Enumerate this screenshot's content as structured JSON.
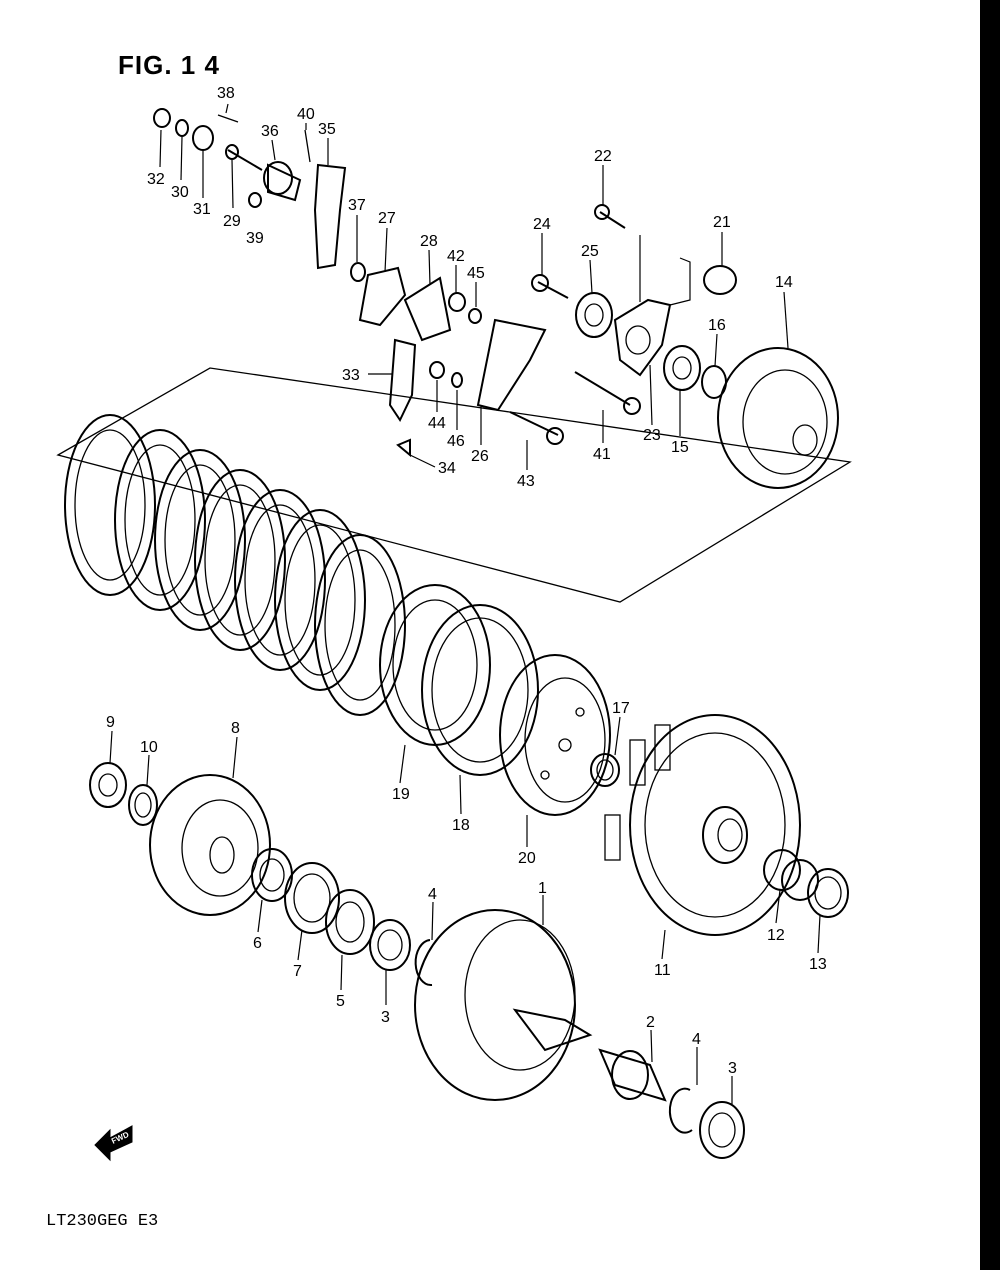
{
  "figure": {
    "title": "FIG. 1 4",
    "model_code": "LT230GEG  E3",
    "fwd_label": "FWD"
  },
  "callouts": [
    {
      "id": "c1",
      "text": "1"
    },
    {
      "id": "c2a",
      "text": "2"
    },
    {
      "id": "c3a",
      "text": "3"
    },
    {
      "id": "c3b",
      "text": "3"
    },
    {
      "id": "c4a",
      "text": "4"
    },
    {
      "id": "c4b",
      "text": "4"
    },
    {
      "id": "c5",
      "text": "5"
    },
    {
      "id": "c6",
      "text": "6"
    },
    {
      "id": "c7",
      "text": "7"
    },
    {
      "id": "c8",
      "text": "8"
    },
    {
      "id": "c9",
      "text": "9"
    },
    {
      "id": "c10",
      "text": "10"
    },
    {
      "id": "c11",
      "text": "11"
    },
    {
      "id": "c12",
      "text": "12"
    },
    {
      "id": "c13",
      "text": "13"
    },
    {
      "id": "c14",
      "text": "14"
    },
    {
      "id": "c15",
      "text": "15"
    },
    {
      "id": "c16",
      "text": "16"
    },
    {
      "id": "c17",
      "text": "17"
    },
    {
      "id": "c18",
      "text": "18"
    },
    {
      "id": "c19",
      "text": "19"
    },
    {
      "id": "c20",
      "text": "20"
    },
    {
      "id": "c21",
      "text": "21"
    },
    {
      "id": "c22",
      "text": "22"
    },
    {
      "id": "c23",
      "text": "23"
    },
    {
      "id": "c24",
      "text": "24"
    },
    {
      "id": "c25",
      "text": "25"
    },
    {
      "id": "c26",
      "text": "26"
    },
    {
      "id": "c27",
      "text": "27"
    },
    {
      "id": "c28",
      "text": "28"
    },
    {
      "id": "c29",
      "text": "29"
    },
    {
      "id": "c30",
      "text": "30"
    },
    {
      "id": "c31",
      "text": "31"
    },
    {
      "id": "c32",
      "text": "32"
    },
    {
      "id": "c33",
      "text": "33"
    },
    {
      "id": "c34",
      "text": "34"
    },
    {
      "id": "c35",
      "text": "35"
    },
    {
      "id": "c36",
      "text": "36"
    },
    {
      "id": "c37",
      "text": "37"
    },
    {
      "id": "c38",
      "text": "38"
    },
    {
      "id": "c39",
      "text": "39"
    },
    {
      "id": "c40",
      "text": "40"
    },
    {
      "id": "c41",
      "text": "41"
    },
    {
      "id": "c42",
      "text": "42"
    },
    {
      "id": "c43",
      "text": "43"
    },
    {
      "id": "c44",
      "text": "44"
    },
    {
      "id": "c45",
      "text": "45"
    },
    {
      "id": "c46",
      "text": "46"
    }
  ]
}
